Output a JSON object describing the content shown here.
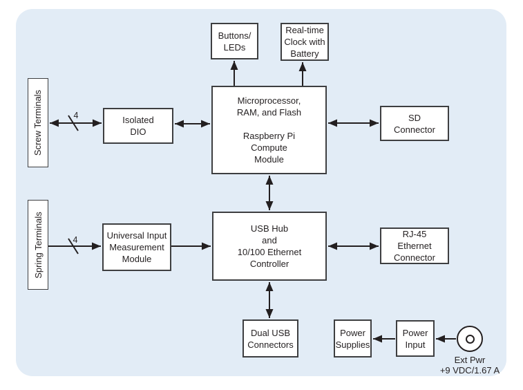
{
  "diagram": {
    "nodes": {
      "screw_terminals": {
        "label": "Screw Terminals"
      },
      "spring_terminals": {
        "label": "Spring Terminals"
      },
      "buttons_leds": {
        "label": "Buttons/\nLEDs"
      },
      "rtc": {
        "label": "Real-time\nClock with\nBattery"
      },
      "micro": {
        "label": "Microprocessor,\nRAM, and Flash\n\nRaspberry Pi\nCompute\nModule"
      },
      "isolated_dio": {
        "label": "Isolated\nDIO"
      },
      "sd": {
        "label": "SD\nConnector"
      },
      "usb_hub": {
        "label": "USB Hub\nand\n10/100 Ethernet\nController"
      },
      "uim": {
        "label": "Universal Input\nMeasurement\nModule"
      },
      "rj45": {
        "label": "RJ-45\nEthernet\nConnector"
      },
      "dual_usb": {
        "label": "Dual USB\nConnectors"
      },
      "power_supplies": {
        "label": "Power\nSupplies"
      },
      "power_input": {
        "label": "Power\nInput"
      },
      "ext_pwr": {
        "label": "Ext Pwr",
        "rating": "+9 VDC/1.67 A"
      }
    },
    "bus_widths": {
      "screw_to_dio": "4",
      "spring_to_uim": "4"
    },
    "edges": [
      {
        "from": "screw_terminals",
        "to": "isolated_dio",
        "direction": "bidirectional",
        "bus_width": "4"
      },
      {
        "from": "isolated_dio",
        "to": "micro",
        "direction": "bidirectional"
      },
      {
        "from": "micro",
        "to": "buttons_leds",
        "direction": "one-way"
      },
      {
        "from": "micro",
        "to": "rtc",
        "direction": "one-way"
      },
      {
        "from": "micro",
        "to": "sd",
        "direction": "bidirectional"
      },
      {
        "from": "micro",
        "to": "usb_hub",
        "direction": "bidirectional"
      },
      {
        "from": "spring_terminals",
        "to": "uim",
        "direction": "one-way",
        "bus_width": "4"
      },
      {
        "from": "uim",
        "to": "usb_hub",
        "direction": "one-way"
      },
      {
        "from": "usb_hub",
        "to": "rj45",
        "direction": "bidirectional"
      },
      {
        "from": "usb_hub",
        "to": "dual_usb",
        "direction": "bidirectional"
      },
      {
        "from": "power_input",
        "to": "power_supplies",
        "direction": "one-way"
      },
      {
        "from": "ext_pwr",
        "to": "power_input",
        "direction": "one-way"
      }
    ],
    "colors": {
      "panel_bg": "#e2ecf6",
      "box_bg": "#ffffff",
      "box_border": "#3d3e40",
      "line": "#231f20",
      "text": "#231f20"
    }
  }
}
